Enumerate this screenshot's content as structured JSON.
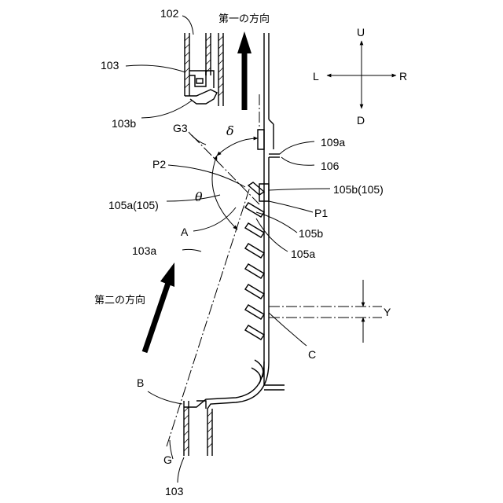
{
  "labels": {
    "l102": "102",
    "l103_top": "103",
    "l103b_top": "103b",
    "first_direction": "第一の方向",
    "second_direction": "第二の方向",
    "g3": "G3",
    "delta": "δ",
    "theta": "θ",
    "p2": "P2",
    "p1": "P1",
    "l105a_105": "105a(105)",
    "l105b_105": "105b(105)",
    "l105b": "105b",
    "l105a": "105a",
    "l109a": "109a",
    "l106": "106",
    "a": "A",
    "l103a": "103a",
    "b": "B",
    "g": "G",
    "c": "C",
    "y": "Y",
    "l103_bottom": "103"
  },
  "compass": {
    "up": "U",
    "down": "D",
    "left": "L",
    "right": "R"
  },
  "icons": {
    "first_direction_arrow": "thick-up-arrow",
    "second_direction_arrow": "thick-diagonal-arrow",
    "compass": "four-way-arrow"
  }
}
